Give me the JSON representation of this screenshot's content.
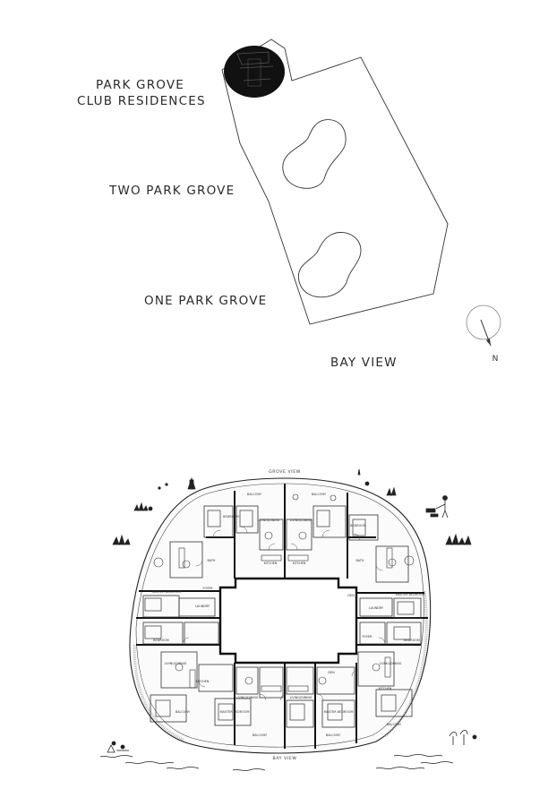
{
  "site_plan": {
    "labels": {
      "park_grove_club_line1": "PARK GROVE",
      "park_grove_club_line2": "CLUB RESIDENCES",
      "two_park_grove": "TWO PARK GROVE",
      "one_park_grove": "ONE PARK GROVE",
      "bay_view": "BAY VIEW"
    },
    "compass": {
      "letter": "N"
    }
  },
  "floor_plan": {
    "top_view_label": "GROVE VIEW",
    "bottom_view_label": "BAY VIEW",
    "room_labels": {
      "balcony": "BALCONY",
      "bedroom": "BEDROOM",
      "master_bedroom": "MASTER BEDROOM",
      "living_dining": "LIVING/DINING",
      "kitchen": "KITCHEN",
      "bath": "BATH",
      "den": "DEN",
      "foyer": "FOYER",
      "laundry": "LAUNDRY"
    }
  },
  "colors": {
    "ink": "#1a1a1a",
    "background": "#ffffff",
    "club_building": "#111111"
  }
}
